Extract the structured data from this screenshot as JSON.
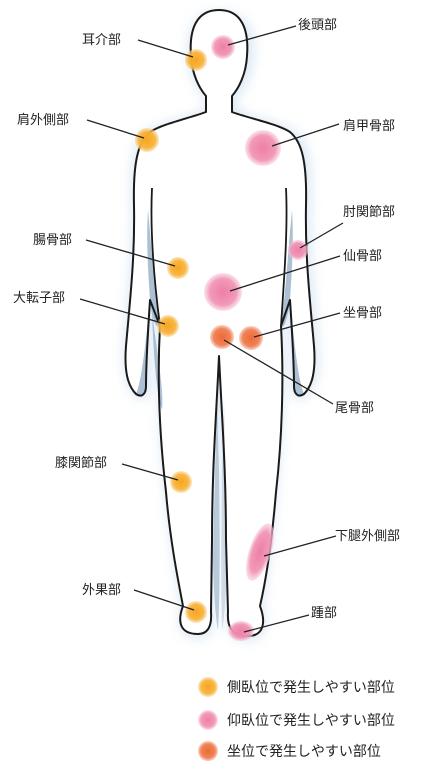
{
  "labels": {
    "ear": "耳介部",
    "occiput": "後頭部",
    "shoulder_side": "肩外側部",
    "scapula": "肩甲骨部",
    "elbow": "肘関節部",
    "iliac": "腸骨部",
    "sacrum": "仙骨部",
    "trochanter": "大転子部",
    "ischium": "坐骨部",
    "coccyx": "尾骨部",
    "knee": "膝関節部",
    "lower_leg": "下腿外側部",
    "ankle": "外果部",
    "heel": "踵部"
  },
  "legend": [
    {
      "label": "側臥位で発生しやすい部位",
      "color": "#f5a623"
    },
    {
      "label": "仰臥位で発生しやすい部位",
      "color": "#f08fb0"
    },
    {
      "label": "坐位で発生しやすい部位",
      "color": "#ef7d4f"
    }
  ],
  "colors": {
    "lateral": "#f5a623",
    "supine": "#f08fb0",
    "sitting": "#ef7d4f",
    "shadow": "#b9cde0",
    "outline": "#1a1a1a"
  }
}
